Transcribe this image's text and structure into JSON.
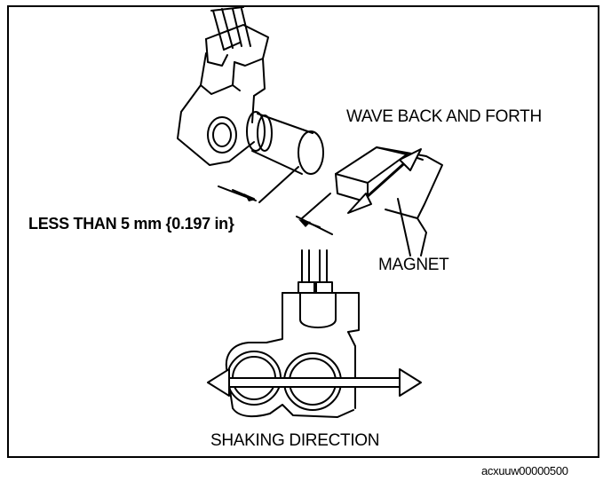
{
  "labels": {
    "wave": "WAVE BACK AND FORTH",
    "distance": "LESS THAN 5 mm {0.197 in}",
    "magnet": "MAGNET",
    "shaking": "SHAKING DIRECTION",
    "figure_code": "acxuuw00000500"
  }
}
